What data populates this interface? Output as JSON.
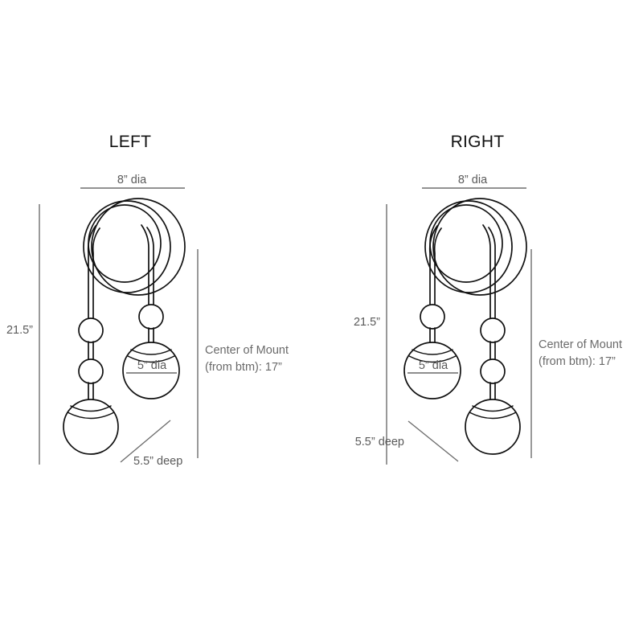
{
  "page": {
    "background_color": "#ffffff",
    "line_color": "#111111",
    "dimension_color": "#6e6e6e",
    "text_color": "#5a5a5a"
  },
  "fixtures": [
    {
      "id": "left",
      "title": "LEFT",
      "dimensions": {
        "width_label": "8” dia",
        "height_label": "21.5”",
        "globe_label": "5” dia",
        "depth_label": "5.5” deep",
        "mount_note_line1": "Center of Mount",
        "mount_note_line2": "(from btm): 17”"
      }
    },
    {
      "id": "right",
      "title": "RIGHT",
      "dimensions": {
        "width_label": "8” dia",
        "height_label": "21.5”",
        "globe_label": "5” dia",
        "depth_label": "5.5” deep",
        "mount_note_line1": "Center of Mount",
        "mount_note_line2": "(from btm): 17”"
      }
    }
  ]
}
